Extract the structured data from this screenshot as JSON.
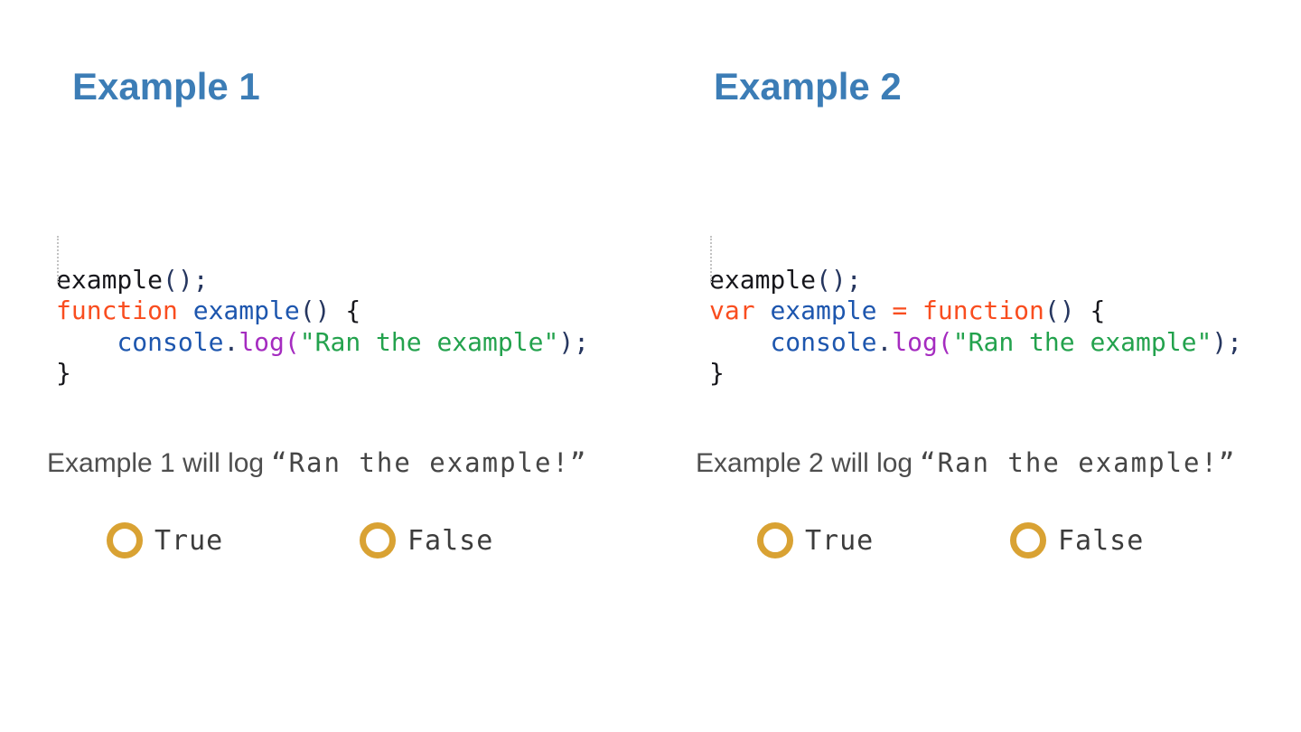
{
  "page": {
    "background": "#ffffff",
    "type": "code-quiz-slide"
  },
  "colors": {
    "heading_blue": "#3c7db6",
    "code_keyword_orange": "#f94d1f",
    "code_name_blue": "#1d56ae",
    "code_method_purple": "#a52cc0",
    "code_string_green": "#23a24d",
    "code_punct_navy": "#26365f",
    "code_base_black": "#17171c",
    "question_gray": "#4e4e4e",
    "radio_ring_gold": "#d9a233",
    "radio_label_gray": "#3c3c3c"
  },
  "columns": [
    {
      "heading": "Example 1",
      "code": {
        "lines": [
          [
            {
              "t": "example",
              "c": "base"
            },
            {
              "t": "();",
              "c": "punct"
            }
          ],
          [
            {
              "t": "function",
              "c": "keyword"
            },
            {
              "t": " ",
              "c": "base"
            },
            {
              "t": "example",
              "c": "name"
            },
            {
              "t": "()",
              "c": "punct"
            },
            {
              "t": " ",
              "c": "base"
            },
            {
              "t": "{",
              "c": "base"
            }
          ],
          [
            {
              "t": "    ",
              "c": "base"
            },
            {
              "t": "console",
              "c": "name"
            },
            {
              "t": ".",
              "c": "punct"
            },
            {
              "t": "log",
              "c": "method"
            },
            {
              "t": "(",
              "c": "method"
            },
            {
              "t": "\"Ran the example\"",
              "c": "string"
            },
            {
              "t": ");",
              "c": "punct"
            }
          ],
          [
            {
              "t": "}",
              "c": "base"
            }
          ]
        ]
      },
      "question": {
        "prefix": "Example 1 will log",
        "quote": "“Ran the example!”"
      },
      "options": [
        {
          "label": "True",
          "selected": false
        },
        {
          "label": "False",
          "selected": false
        }
      ]
    },
    {
      "heading": "Example 2",
      "code": {
        "lines": [
          [
            {
              "t": "example",
              "c": "base"
            },
            {
              "t": "();",
              "c": "punct"
            }
          ],
          [
            {
              "t": "var",
              "c": "keyword"
            },
            {
              "t": " ",
              "c": "base"
            },
            {
              "t": "example",
              "c": "name"
            },
            {
              "t": " ",
              "c": "base"
            },
            {
              "t": "=",
              "c": "keyword"
            },
            {
              "t": " ",
              "c": "base"
            },
            {
              "t": "function",
              "c": "keyword"
            },
            {
              "t": "()",
              "c": "punct"
            },
            {
              "t": " ",
              "c": "base"
            },
            {
              "t": "{",
              "c": "base"
            }
          ],
          [
            {
              "t": "    ",
              "c": "base"
            },
            {
              "t": "console",
              "c": "name"
            },
            {
              "t": ".",
              "c": "punct"
            },
            {
              "t": "log",
              "c": "method"
            },
            {
              "t": "(",
              "c": "method"
            },
            {
              "t": "\"Ran the example\"",
              "c": "string"
            },
            {
              "t": ");",
              "c": "punct"
            }
          ],
          [
            {
              "t": "}",
              "c": "base"
            }
          ]
        ]
      },
      "question": {
        "prefix": "Example 2 will log",
        "quote": "“Ran the example!”"
      },
      "options": [
        {
          "label": "True",
          "selected": false
        },
        {
          "label": "False",
          "selected": false
        }
      ]
    }
  ]
}
